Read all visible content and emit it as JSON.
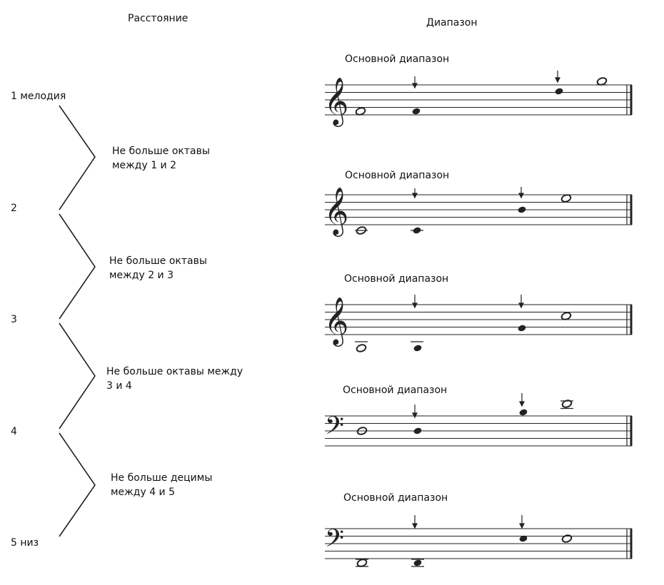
{
  "headers": {
    "distance": "Расстояние",
    "range": "Диапазон"
  },
  "voices": [
    {
      "label": "1 мелодия"
    },
    {
      "label": "2"
    },
    {
      "label": "3"
    },
    {
      "label": "4"
    },
    {
      "label": "5 низ"
    }
  ],
  "intervals": [
    {
      "text_line1": "Не больше октавы",
      "text_line2": "между 1 и 2"
    },
    {
      "text_line1": "Не больше октавы",
      "text_line2": "между 2 и 3"
    },
    {
      "text_line1": "Не больше октавы между",
      "text_line2": "3 и 4"
    },
    {
      "text_line1": "Не больше децимы",
      "text_line2": "между 4 и 5"
    }
  ],
  "staves": [
    {
      "clef": "treble",
      "caption": "Основной диапазон"
    },
    {
      "clef": "treble",
      "caption": "Основной диапазон"
    },
    {
      "clef": "treble",
      "caption": "Основной диапазон"
    },
    {
      "clef": "bass",
      "caption": "Основной диапазон"
    },
    {
      "clef": "bass",
      "caption": "Основной диапазон"
    }
  ]
}
